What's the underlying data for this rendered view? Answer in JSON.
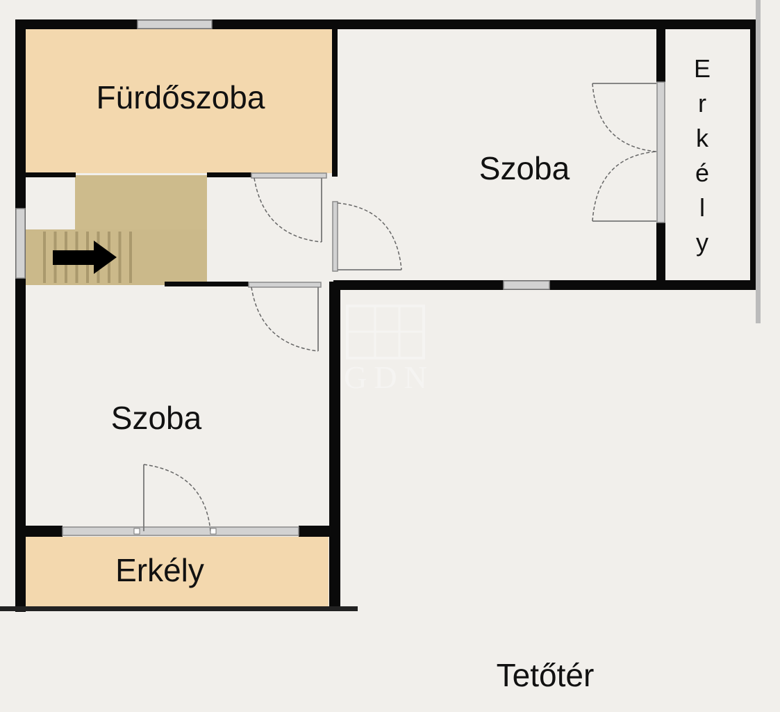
{
  "rooms": {
    "bathroom": "Fürdőszoba",
    "room_top_right": "Szoba",
    "balcony_right": [
      "E",
      "r",
      "k",
      "é",
      "l",
      "y"
    ],
    "room_bottom_left": "Szoba",
    "balcony_bottom": "Erkély"
  },
  "floor_label": "Tetőtér",
  "watermark": "GDN",
  "colors": {
    "background": "#f1efeb",
    "balcony_fill": "#f3d8ae",
    "stair_fill": "#cdbb8c",
    "wall": "#0a0a0a"
  }
}
